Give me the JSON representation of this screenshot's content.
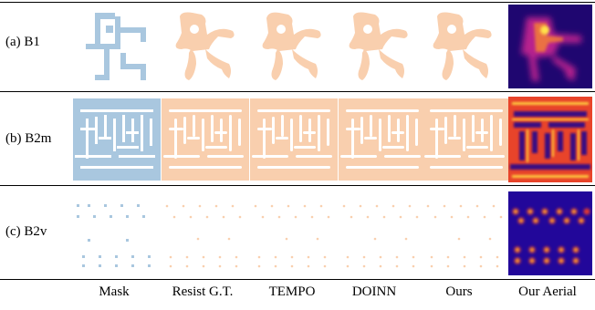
{
  "rows": [
    {
      "label": "(a) B1"
    },
    {
      "label": "(b) B2m"
    },
    {
      "label": "(c) B2v"
    }
  ],
  "columns": [
    "Mask",
    "Resist G.T.",
    "TEMPO",
    "DOINN",
    "Ours",
    "Our Aerial"
  ],
  "colors": {
    "mask": "#a9c7df",
    "resist": "#f9cfae",
    "aerial_bg": "#2b0a7a",
    "aerial_hot": "#ffd23f"
  }
}
